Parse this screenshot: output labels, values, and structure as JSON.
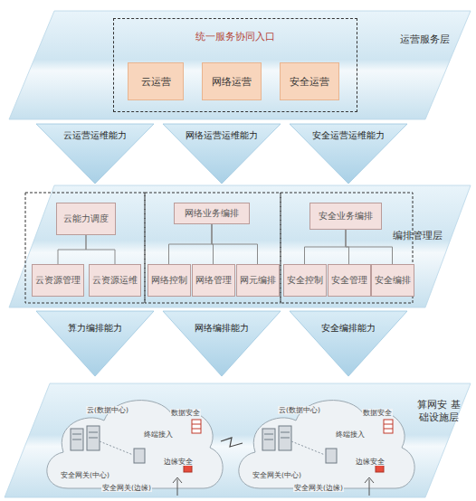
{
  "diagram": {
    "nodes": [
      {
        "text": [
          "运营服务层"
        ]
      },
      {
        "text": [
          "统一服务协同入口"
        ],
        "in": 0
      },
      {
        "text": [
          "云运营"
        ],
        "in": 1
      },
      {
        "text": [
          "网络运营"
        ],
        "in": 1
      },
      {
        "text": [
          "安全运营"
        ],
        "in": 1
      },
      {
        "text": [
          "云运营运维能力"
        ]
      },
      {
        "text": [
          "网络运营运维能力"
        ]
      },
      {
        "text": [
          "安全运营运维能力"
        ]
      },
      {
        "text": [
          "编排管理层"
        ]
      },
      {
        "text": [
          "云能力调度"
        ],
        "in": 8
      },
      {
        "text": [
          "云资源管理"
        ],
        "in": 8
      },
      {
        "text": [
          "云资源运维"
        ],
        "in": 8
      },
      {
        "text": [
          "网络业务编排"
        ],
        "in": 8
      },
      {
        "text": [
          "网络控制"
        ],
        "in": 8
      },
      {
        "text": [
          "网络管理"
        ],
        "in": 8
      },
      {
        "text": [
          "网元编排"
        ],
        "in": 8
      },
      {
        "text": [
          "安全业务编排"
        ],
        "in": 8
      },
      {
        "text": [
          "安全控制"
        ],
        "in": 8
      },
      {
        "text": [
          "安全管理"
        ],
        "in": 8
      },
      {
        "text": [
          "安全编排"
        ],
        "in": 8
      },
      {
        "text": [
          "算力编排能力"
        ]
      },
      {
        "text": [
          "网络编排能力"
        ]
      },
      {
        "text": [
          "安全编排能力"
        ]
      },
      {
        "text": [
          "算网安 基础设施层"
        ]
      }
    ],
    "edges": [
      {
        "from": 9,
        "to": 10,
        "arrow": "none"
      },
      {
        "from": 9,
        "to": 11,
        "arrow": "none"
      },
      {
        "from": 12,
        "to": 13,
        "arrow": "none"
      },
      {
        "from": 12,
        "to": 14,
        "arrow": "none"
      },
      {
        "from": 12,
        "to": 15,
        "arrow": "none"
      },
      {
        "from": 16,
        "to": 17,
        "arrow": "none"
      },
      {
        "from": 16,
        "to": 18,
        "arrow": "none"
      },
      {
        "from": 16,
        "to": 19,
        "arrow": "none"
      }
    ],
    "labels": [
      "云(数据中心)",
      "数据安全",
      "终端接入",
      "边缘安全",
      "安全网关(中心)",
      "安全网关(边缘)",
      "云(数据中心)",
      "数据安全",
      "终端接入",
      "边缘安全",
      "安全网关(中心)",
      "安全网关(边缘)"
    ]
  }
}
